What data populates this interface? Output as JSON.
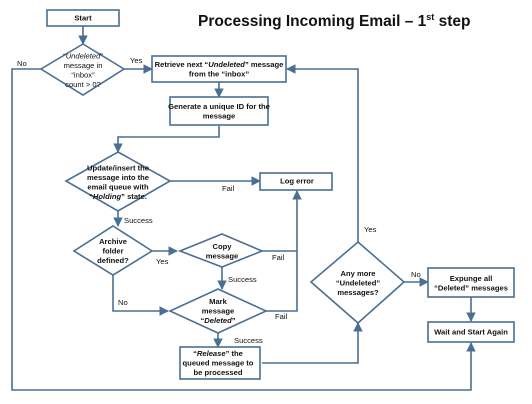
{
  "title": {
    "main": "Processing Incoming Email – 1",
    "sup": "st",
    "tail": " step"
  },
  "nodes": {
    "start": {
      "lines": [
        [
          {
            "t": "Start",
            "b": true
          }
        ]
      ]
    },
    "check_inbox": {
      "lines": [
        [
          {
            "t": "“",
            "b": false
          },
          {
            "t": "Undeleted",
            "b": false,
            "i": true
          },
          {
            "t": "”",
            "b": false
          }
        ],
        [
          {
            "t": "message in",
            "b": false
          }
        ],
        [
          {
            "t": "“inbox”",
            "b": false
          }
        ],
        [
          {
            "t": "count > 0?",
            "b": false
          }
        ]
      ]
    },
    "retrieve": {
      "lines": [
        [
          {
            "t": "Retrieve next  “",
            "b": true
          },
          {
            "t": "Undeleted",
            "b": true,
            "i": true
          },
          {
            "t": "” message",
            "b": true
          }
        ],
        [
          {
            "t": "from the “inbox”",
            "b": true
          }
        ]
      ]
    },
    "generate_id": {
      "lines": [
        [
          {
            "t": "Generate a unique ID for the",
            "b": true
          }
        ],
        [
          {
            "t": "message",
            "b": true
          }
        ]
      ]
    },
    "update_insert": {
      "lines": [
        [
          {
            "t": "Update/insert the",
            "b": true
          }
        ],
        [
          {
            "t": "message into the",
            "b": true
          }
        ],
        [
          {
            "t": "email queue with",
            "b": true
          }
        ],
        [
          {
            "t": "“",
            "b": true
          },
          {
            "t": "Holding",
            "b": true,
            "i": true
          },
          {
            "t": "” state.",
            "b": true
          }
        ]
      ]
    },
    "log_error": {
      "lines": [
        [
          {
            "t": "Log error",
            "b": true
          }
        ]
      ]
    },
    "archive_folder": {
      "lines": [
        [
          {
            "t": "Archive",
            "b": true
          }
        ],
        [
          {
            "t": "folder",
            "b": true
          }
        ],
        [
          {
            "t": "defined?",
            "b": true
          }
        ]
      ]
    },
    "copy_message": {
      "lines": [
        [
          {
            "t": "Copy",
            "b": true
          }
        ],
        [
          {
            "t": "message",
            "b": true
          }
        ]
      ]
    },
    "mark_deleted": {
      "lines": [
        [
          {
            "t": "Mark",
            "b": true
          }
        ],
        [
          {
            "t": "message",
            "b": true
          }
        ],
        [
          {
            "t": "“",
            "b": true
          },
          {
            "t": "Deleted",
            "b": true,
            "i": true
          },
          {
            "t": "”",
            "b": true
          }
        ]
      ]
    },
    "release": {
      "lines": [
        [
          {
            "t": "“",
            "b": true
          },
          {
            "t": "Release",
            "b": true,
            "i": true
          },
          {
            "t": "” the",
            "b": true
          }
        ],
        [
          {
            "t": "queued message to",
            "b": true
          }
        ],
        [
          {
            "t": "be processed",
            "b": true
          }
        ]
      ]
    },
    "any_more": {
      "lines": [
        [
          {
            "t": "Any more",
            "b": true
          }
        ],
        [
          {
            "t": "“Undeleted”",
            "b": true
          }
        ],
        [
          {
            "t": "messages?",
            "b": true
          }
        ]
      ]
    },
    "expunge": {
      "lines": [
        [
          {
            "t": "Expunge all",
            "b": true
          }
        ],
        [
          {
            "t": "“Deleted” messages",
            "b": true
          }
        ]
      ]
    },
    "wait_start": {
      "lines": [
        [
          {
            "t": "Wait and Start Again",
            "b": true
          }
        ]
      ]
    }
  },
  "edge_labels": {
    "inbox_yes": "Yes",
    "inbox_no": "No",
    "update_fail": "Fail",
    "update_success": "Success",
    "archive_yes": "Yes",
    "archive_no": "No",
    "copy_fail": "Fail",
    "copy_success": "Success",
    "mark_fail": "Fail",
    "mark_success": "Success",
    "anymore_yes": "Yes",
    "anymore_no": "No"
  },
  "colors": {
    "stroke": "#4a6f93",
    "text": "#111111",
    "background": "#ffffff"
  }
}
